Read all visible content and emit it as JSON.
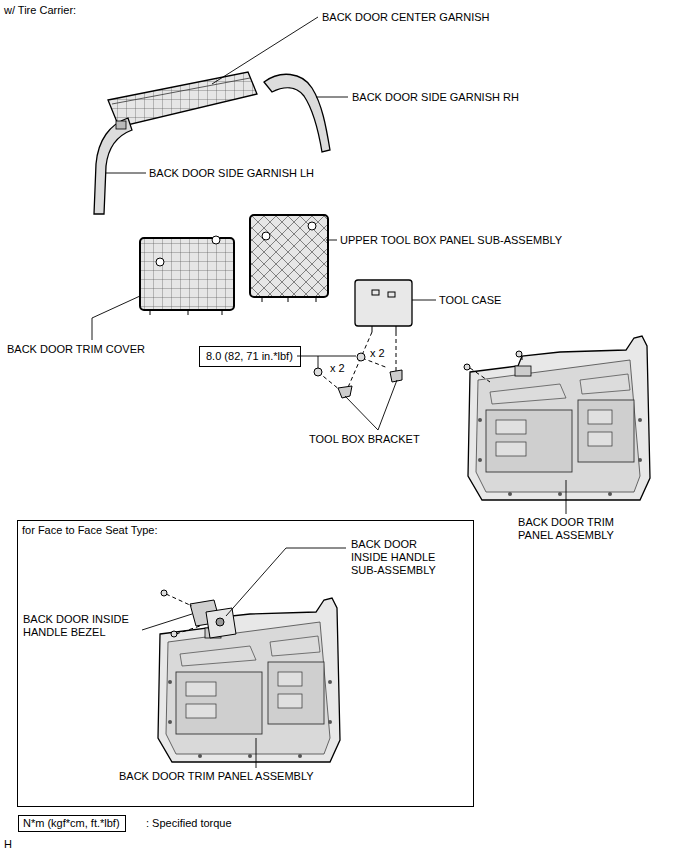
{
  "diagram": {
    "nodes": [
      {
        "text": [
          "for Face to Face Seat Type:"
        ]
      },
      {
        "text": [
          "8.0 (82, 71 in.*lbf)"
        ]
      },
      {
        "text": [
          "N*m (kgf*cm, ft.*lbf)"
        ]
      }
    ],
    "labels": [
      "w/ Tire Carrier:",
      "BACK DOOR CENTER GARNISH",
      "BACK DOOR SIDE GARNISH RH",
      "BACK DOOR SIDE GARNISH LH",
      "UPPER TOOL BOX PANEL SUB-ASSEMBLY",
      "TOOL CASE",
      "BACK DOOR TRIM COVER",
      "x 2",
      "x 2",
      "TOOL BOX BRACKET",
      "BACK DOOR TRIM PANEL ASSEMBLY",
      "BACK DOOR INSIDE HANDLE SUB-ASSEMBLY",
      "BACK DOOR INSIDE HANDLE BEZEL",
      "BACK DOOR TRIM PANEL ASSEMBLY",
      ": Specified torque",
      "H"
    ]
  }
}
